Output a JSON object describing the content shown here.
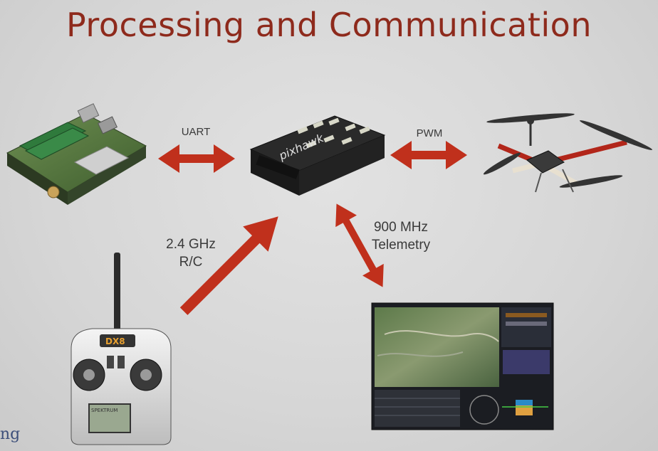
{
  "title": "Processing and Communication",
  "links": {
    "uart": "UART",
    "pwm": "PWM",
    "rc_freq": "2.4 GHz",
    "rc_label": "R/C",
    "telem_freq": "900 MHz",
    "telem_label": "Telemetry"
  },
  "devices": {
    "flight_controller_brand": "pixhawk",
    "transmitter_brand": "DX8",
    "transmitter_maker": "SPEKTRUM"
  },
  "footer_fragment": "ng",
  "colors": {
    "title": "#8e2a1c",
    "arrow": "#c0301c",
    "label": "#3a3a3a"
  }
}
